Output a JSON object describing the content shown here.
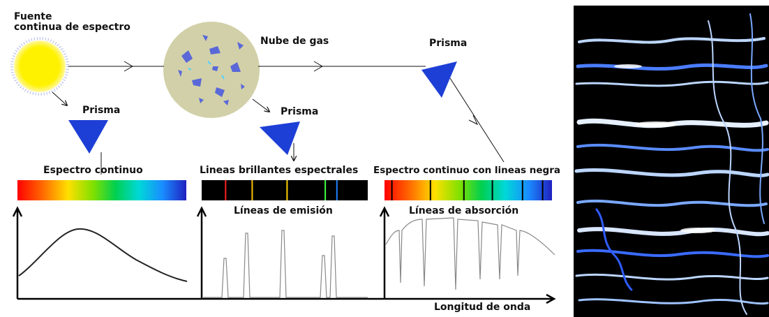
{
  "labels": {
    "source_line1": "Fuente",
    "source_line2": "continua de espectro",
    "gas_cloud": "Nube de gas",
    "prism_left": "Prisma",
    "prism_middle": "Prisma",
    "prism_right": "Prisma",
    "continuous_spectrum": "Espectro continuo",
    "emission_spectrum": "Lineas brillantes espectrales",
    "absorption_spectrum": "Espectro continuo con lineas negra",
    "emission_lines": "Líneas de emisión",
    "absorption_lines": "Líneas de absorción",
    "x_axis": "Longitud de onda"
  },
  "colors": {
    "prism": "#1e3fd6",
    "sun": "#fff200",
    "cloud": "#d2d0a8",
    "cloud_spots": "#5a68d8",
    "photo_bg": "#000000",
    "photo_light": "#9fc4ff"
  },
  "spectra": {
    "continuous": {
      "lines": []
    },
    "emission": {
      "lines": [
        {
          "color": "#ff2020",
          "pos": 0.14
        },
        {
          "color": "#ffc000",
          "pos": 0.3
        },
        {
          "color": "#ffd000",
          "pos": 0.51
        },
        {
          "color": "#40ff40",
          "pos": 0.74
        },
        {
          "color": "#2080ff",
          "pos": 0.81
        }
      ]
    },
    "absorption": {
      "lines": [
        0.04,
        0.27,
        0.47,
        0.64,
        0.82,
        0.94
      ]
    }
  }
}
